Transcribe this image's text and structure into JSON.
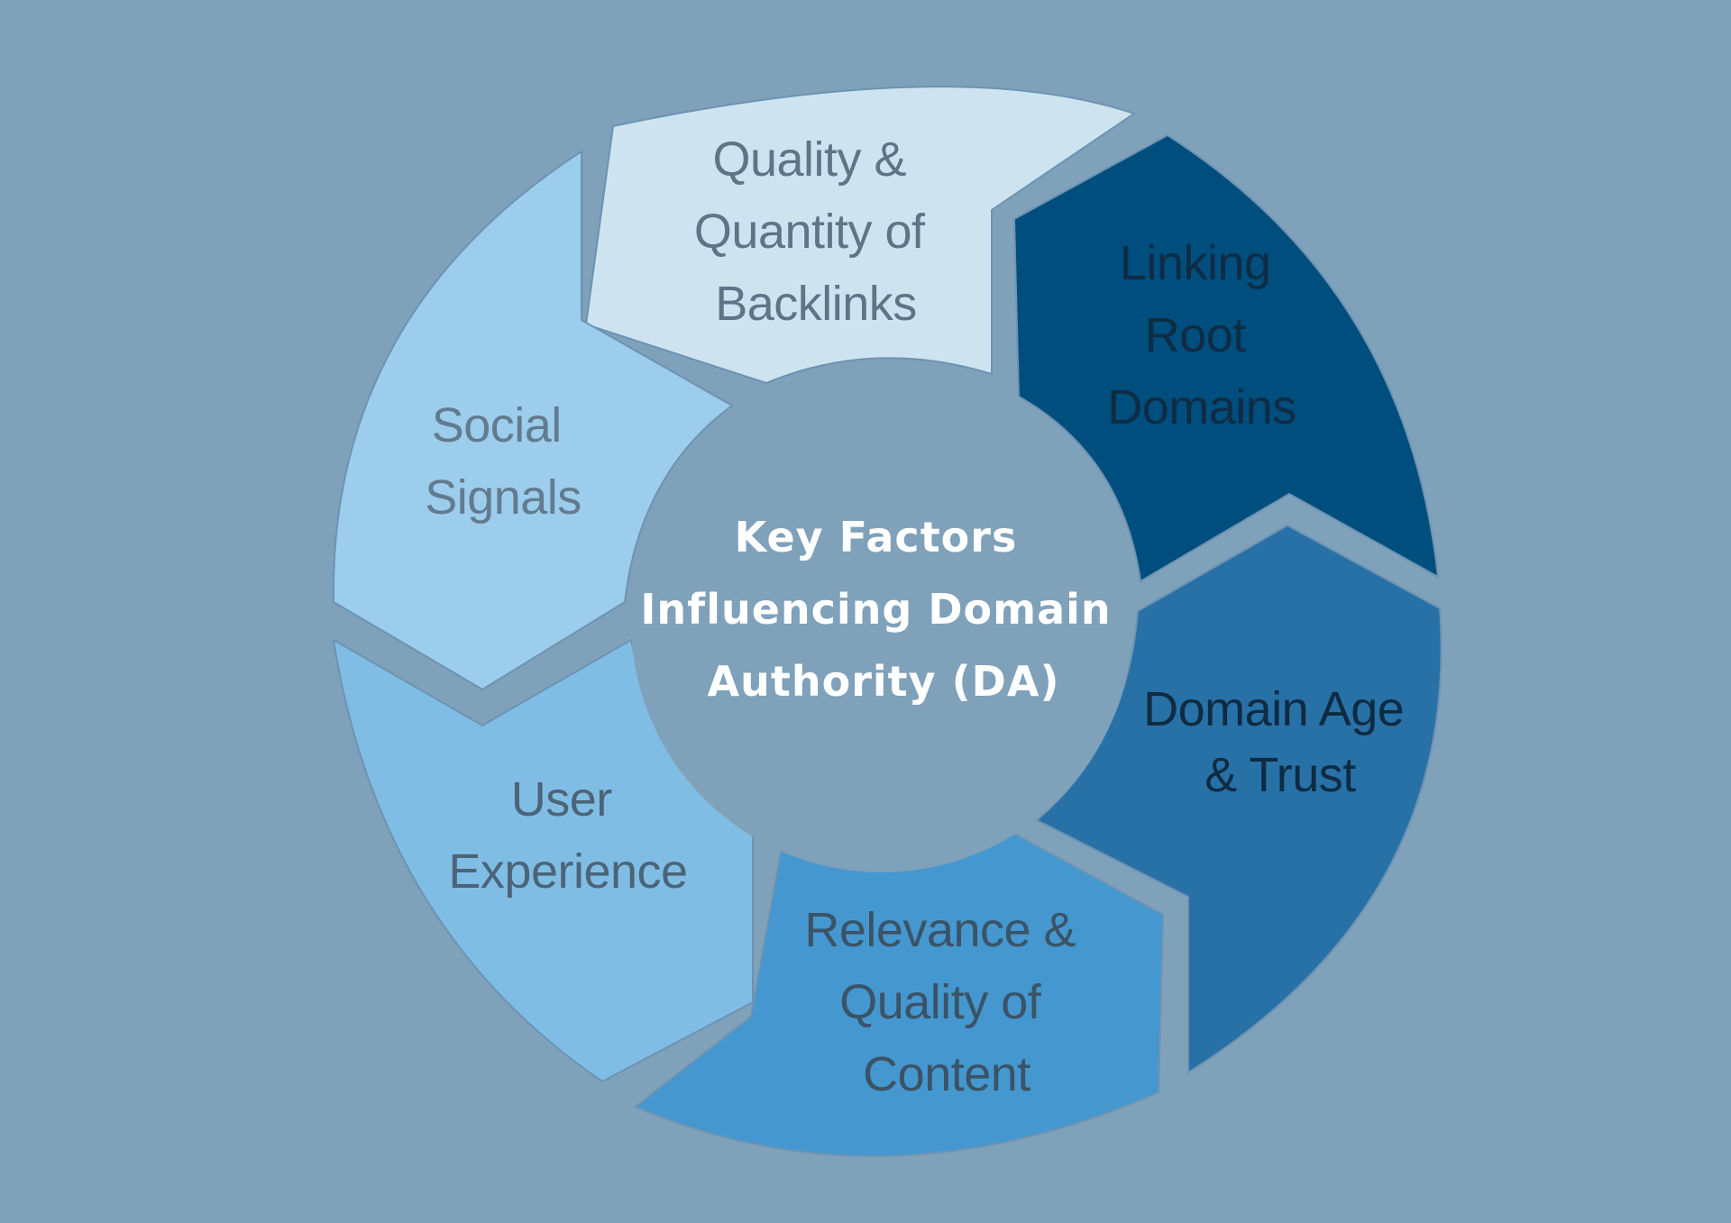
{
  "background_color": "#7fa1ba",
  "center": {
    "lines": [
      "Key Factors",
      "Influencing Domain",
      "Authority (DA)"
    ],
    "fill_color": "#7fa1ba",
    "text_color": "#ffffff"
  },
  "segments": [
    {
      "id": "backlinks",
      "lines": [
        "Quality &",
        "Quantity of",
        "Backlinks"
      ],
      "fill": "#cde4f0",
      "text_color": "#5f7487"
    },
    {
      "id": "root-domains",
      "lines": [
        "Linking",
        "Root",
        "Domains"
      ],
      "fill": "#004e7d",
      "text_color": "#0e2c44"
    },
    {
      "id": "domain-age",
      "lines": [
        "Domain Age",
        "& Trust"
      ],
      "fill": "#2771a7",
      "text_color": "#0f2b42"
    },
    {
      "id": "relevance",
      "lines": [
        "Relevance &",
        "Quality of",
        "Content"
      ],
      "fill": "#4597cf",
      "text_color": "#3b5366"
    },
    {
      "id": "user-exp",
      "lines": [
        "User",
        "Experience"
      ],
      "fill": "#80bde4",
      "text_color": "#4c6478"
    },
    {
      "id": "social",
      "lines": [
        "Social",
        "Signals"
      ],
      "fill": "#9ccdec",
      "text_color": "#637b8f"
    }
  ]
}
